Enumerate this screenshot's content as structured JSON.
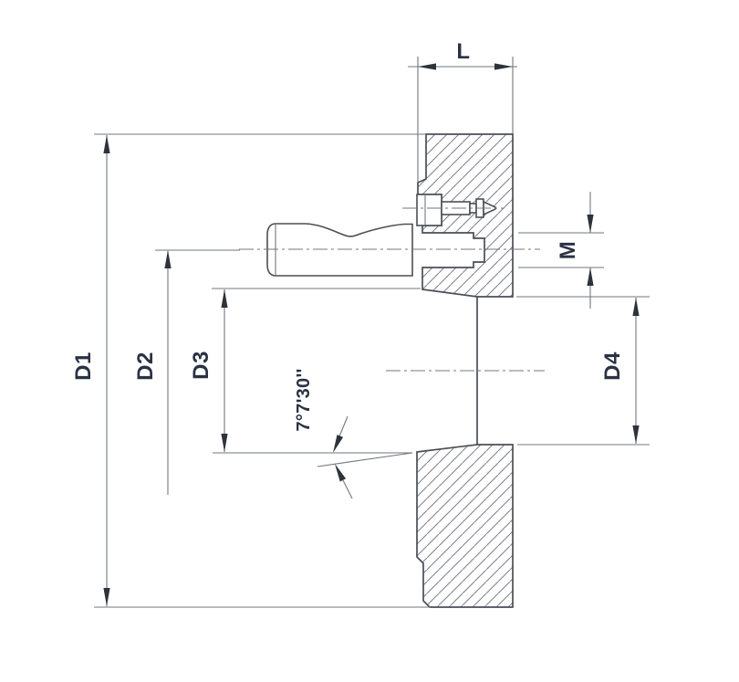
{
  "drawing": {
    "description": "Cross-section of short-taper chuck adapter flange with clamping stud, key handle and locking screw",
    "background_color": "#ffffff",
    "outline_color": "#4a4f57",
    "thin_line_color": "#72777e",
    "text_color": "#2a3244",
    "labels": {
      "flange_width": "L",
      "thread_diameter": "M",
      "outer_diameter": "D1",
      "bolt_circle_diameter": "D2",
      "taper_large_diameter": "D3",
      "bore_diameter": "D4",
      "taper_angle": "7°7'30''"
    }
  }
}
